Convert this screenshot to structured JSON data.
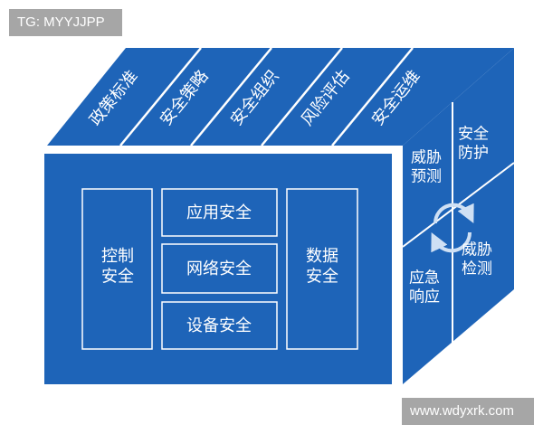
{
  "watermarks": {
    "top_left": "TG: MYYJJPP",
    "bottom_right": "www.wdyxrk.com"
  },
  "top_face": {
    "labels": [
      "政策标准",
      "安全策略",
      "安全组织",
      "风险评估",
      "安全运维"
    ]
  },
  "front_face": {
    "left_box": "控制\n安全",
    "middle_boxes": [
      "应用安全",
      "网络安全",
      "设备安全"
    ],
    "right_box": "数据\n安全"
  },
  "side_face": {
    "labels": [
      "威胁\n预测",
      "安全\n防护",
      "威胁\n检测",
      "应急\n响应"
    ]
  },
  "colors": {
    "face_blue": "#1e64b8",
    "line_white": "#ffffff",
    "arrow_light_blue": "#cfe0f4",
    "watermark_gray": "#a6a6a6"
  }
}
